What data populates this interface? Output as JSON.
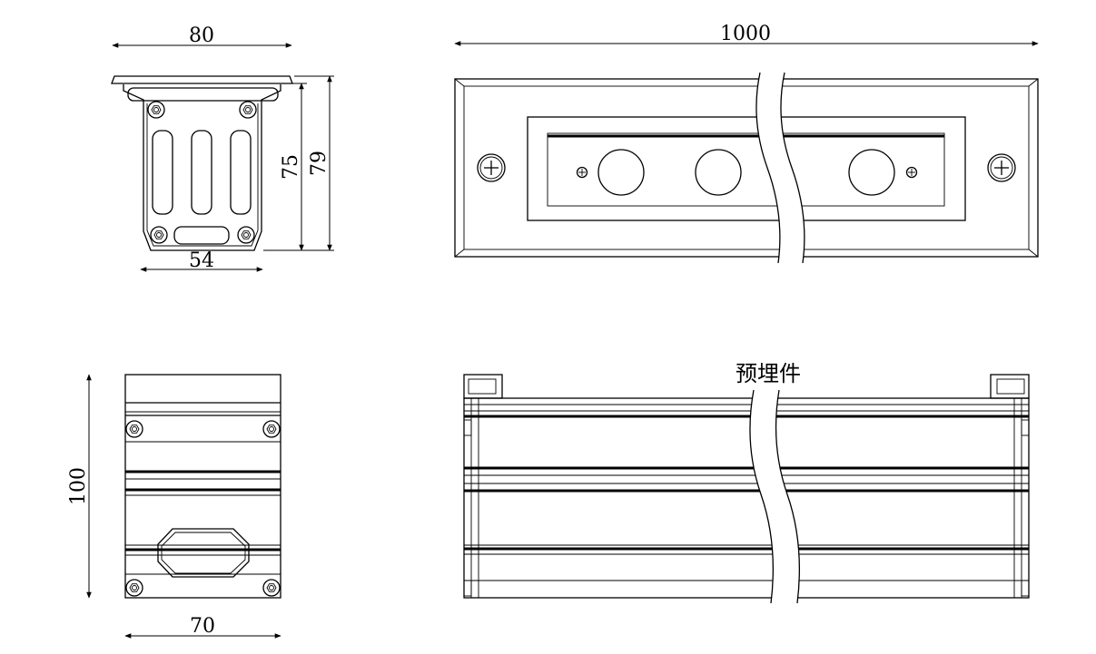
{
  "dimensions": {
    "top_width": "80",
    "base_width": "54",
    "height_inner": "75",
    "height_outer": "79",
    "length": "1000",
    "side_height": "100",
    "side_width": "70"
  },
  "labels": {
    "embedded_part": "预埋件"
  }
}
